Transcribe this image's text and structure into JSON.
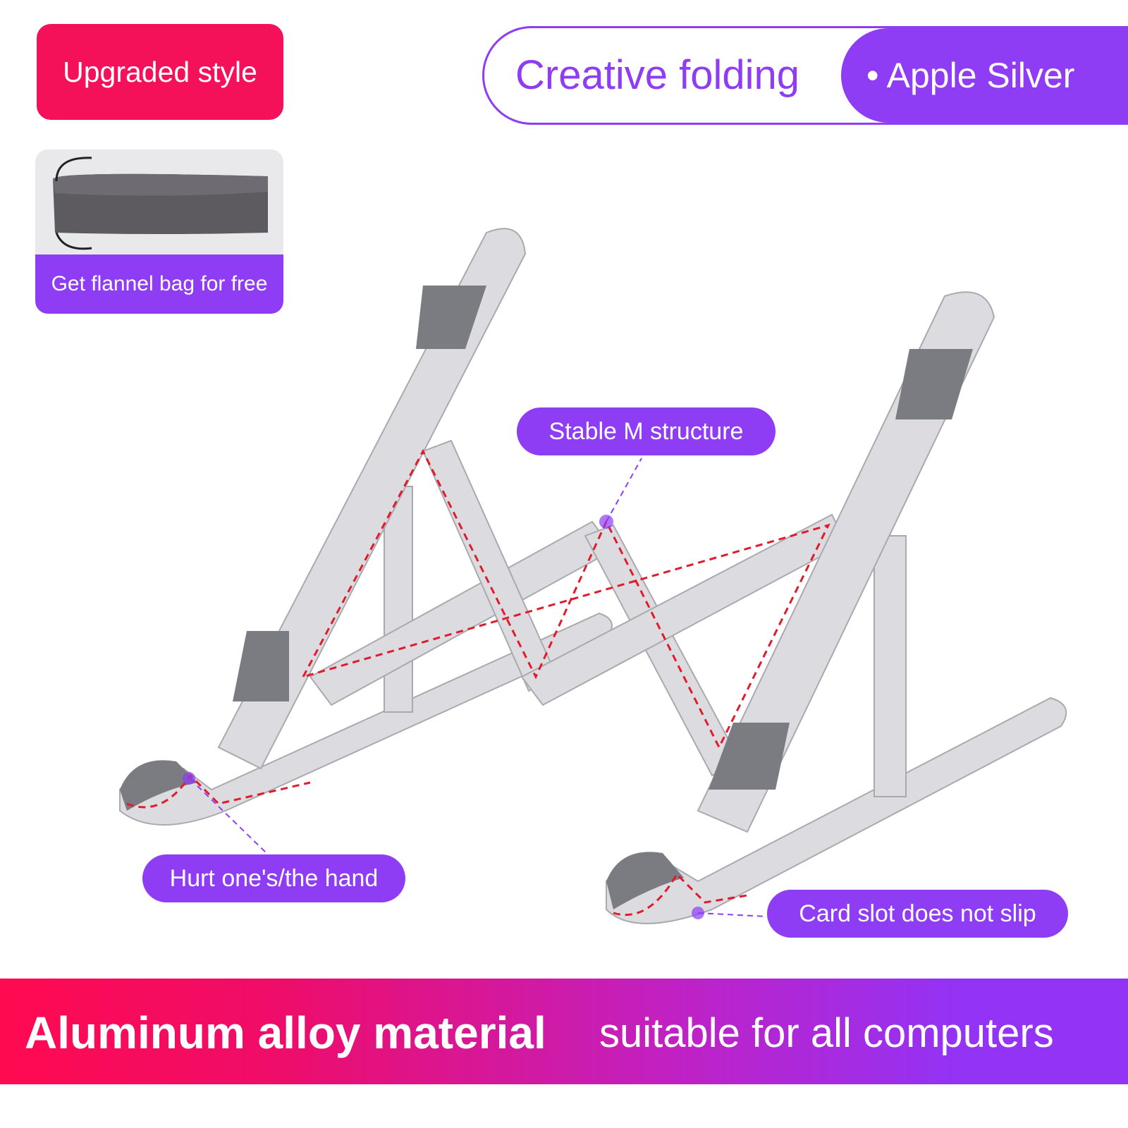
{
  "badges": {
    "upgraded": "Upgraded style",
    "flannel_bag": "Get flannel bag for free"
  },
  "header_pill": {
    "left": "Creative folding",
    "right": "• Apple Silver"
  },
  "callouts": {
    "stable": "Stable M structure",
    "hurt": "Hurt one's/the hand",
    "card_slot": "Card slot does not slip"
  },
  "banner": {
    "bold": "Aluminum alloy material",
    "normal": "suitable for all computers"
  },
  "colors": {
    "red": "#f5115a",
    "purple": "#8f3cf5"
  }
}
